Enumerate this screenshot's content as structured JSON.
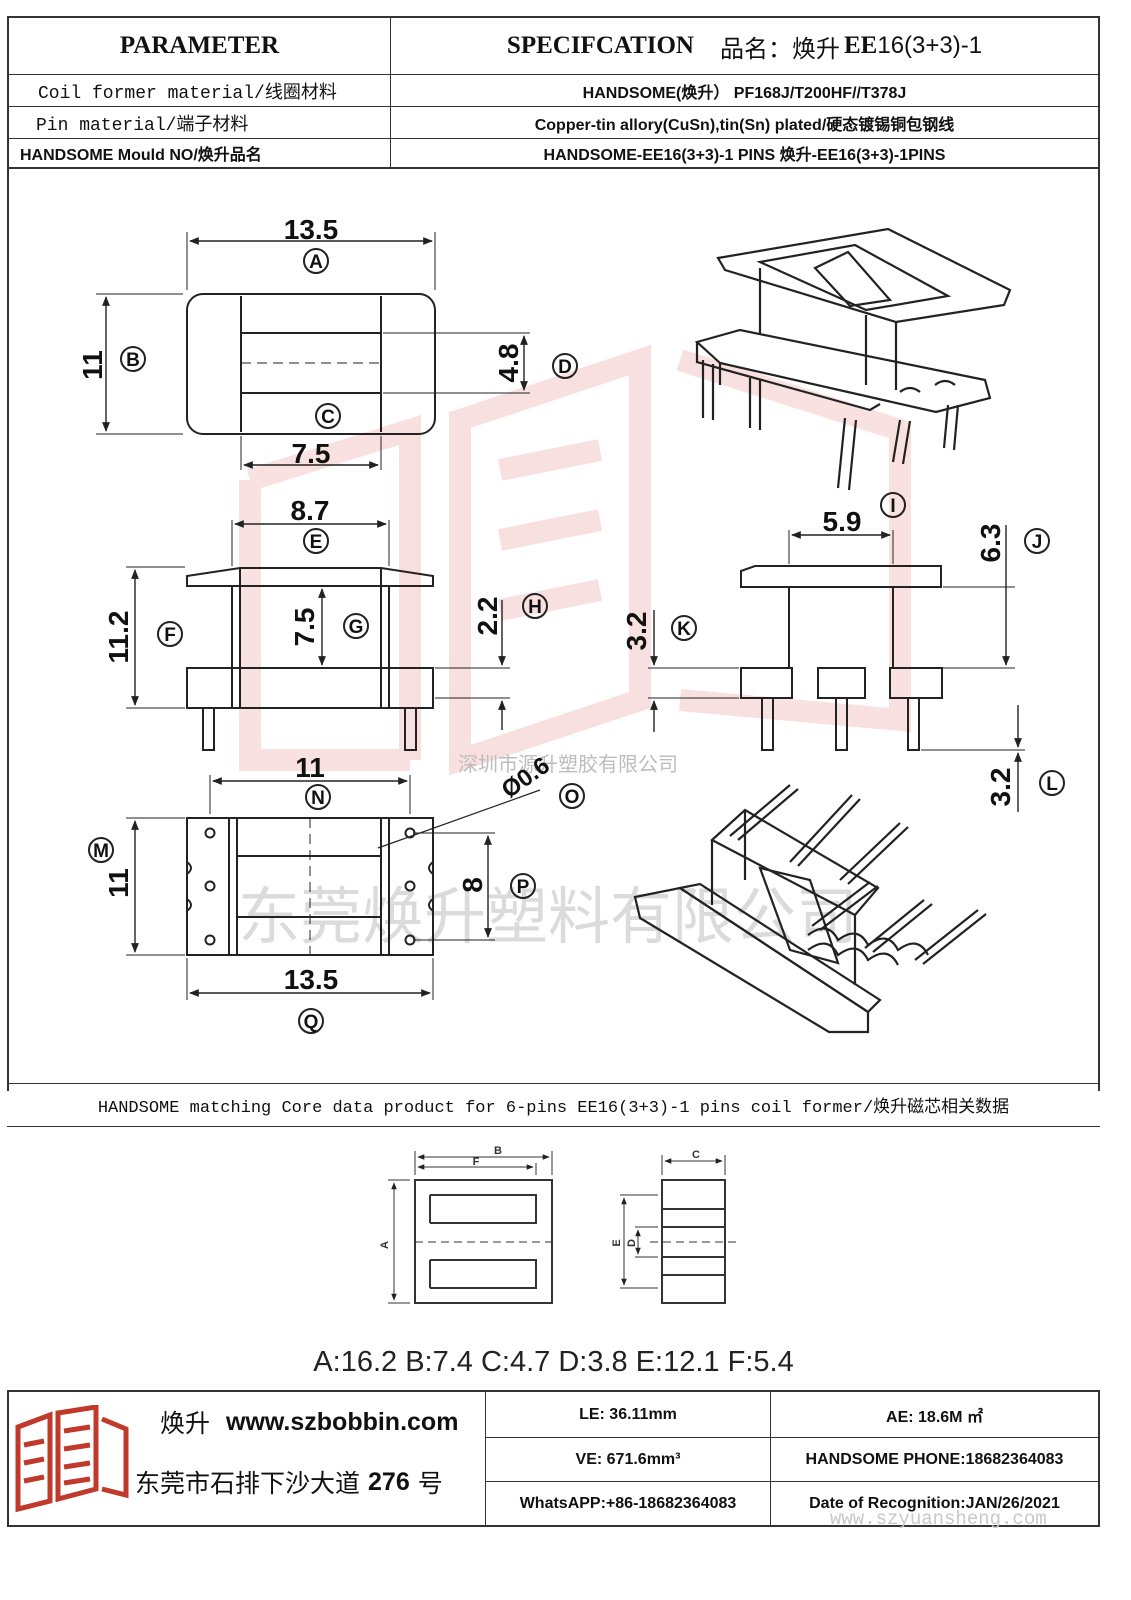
{
  "header": {
    "parameter": "PARAMETER",
    "specification": "SPECIFCATION",
    "product_name_label": "品名：焕升",
    "model_bold": "EE",
    "model_rest": "16(3+3)-1"
  },
  "spec_rows": [
    {
      "label": "Coil former material/线圈材料",
      "value": "HANDSOME(焕升）    PF168J/T200HF//T378J"
    },
    {
      "label": "Pin material/端子材料",
      "value": "Copper-tin allory(CuSn),tin(Sn) plated/硬态镀锡铜包钢线"
    },
    {
      "label": "HANDSOME Mould NO/焕升品名",
      "value": "HANDSOME-EE16(3+3)-1 PINS     焕升-EE16(3+3)-1PINS"
    }
  ],
  "drawing": {
    "dims": {
      "A": "13.5",
      "B": "11",
      "C": "7.5",
      "D": "4.8",
      "E": "8.7",
      "F": "11.2",
      "G": "7.5",
      "H": "2.2",
      "I": "5.9",
      "J": "6.3",
      "K": "3.2",
      "L": "3.2",
      "M": "11",
      "N": "11",
      "O": "Ø0.6",
      "P": "8",
      "Q": "13.5"
    },
    "labels": [
      "A",
      "B",
      "C",
      "D",
      "E",
      "F",
      "G",
      "H",
      "I",
      "J",
      "K",
      "L",
      "M",
      "N",
      "O",
      "P",
      "Q"
    ],
    "watermark_small": "深圳市源升塑胶有限公司",
    "watermark_large": "东莞焕升塑料有限公司"
  },
  "core_section": {
    "title": "HANDSOME matching Core data  product for 6-pins EE16(3+3)-1 pins coil former/焕升磁芯相关数据",
    "core_labels": [
      "A",
      "B",
      "C",
      "D",
      "E",
      "F"
    ],
    "core_dims_text": "A:16.2 B:7.4 C:4.7 D:3.8 E:12.1 F:5.4"
  },
  "footer": {
    "brand": "焕升",
    "website": "www.szbobbin.com",
    "address_prefix": "东莞市石排下沙大道",
    "address_number": "276",
    "address_suffix": "号",
    "le": "LE: 36.11mm",
    "ae": "AE: 18.6M ㎡",
    "ve": "VE: 671.6mm³",
    "phone": "HANDSOME PHONE:18682364083",
    "whatsapp": "WhatsAPP:+86-18682364083",
    "date": "Date of Recognition:JAN/26/2021",
    "watermark_url": "www.szyuansheng.com"
  },
  "colors": {
    "ink": "#222222",
    "logo_red": "#c0392b",
    "watermark_red": "#f3c9c9",
    "watermark_gray": "#bfbfbf"
  }
}
